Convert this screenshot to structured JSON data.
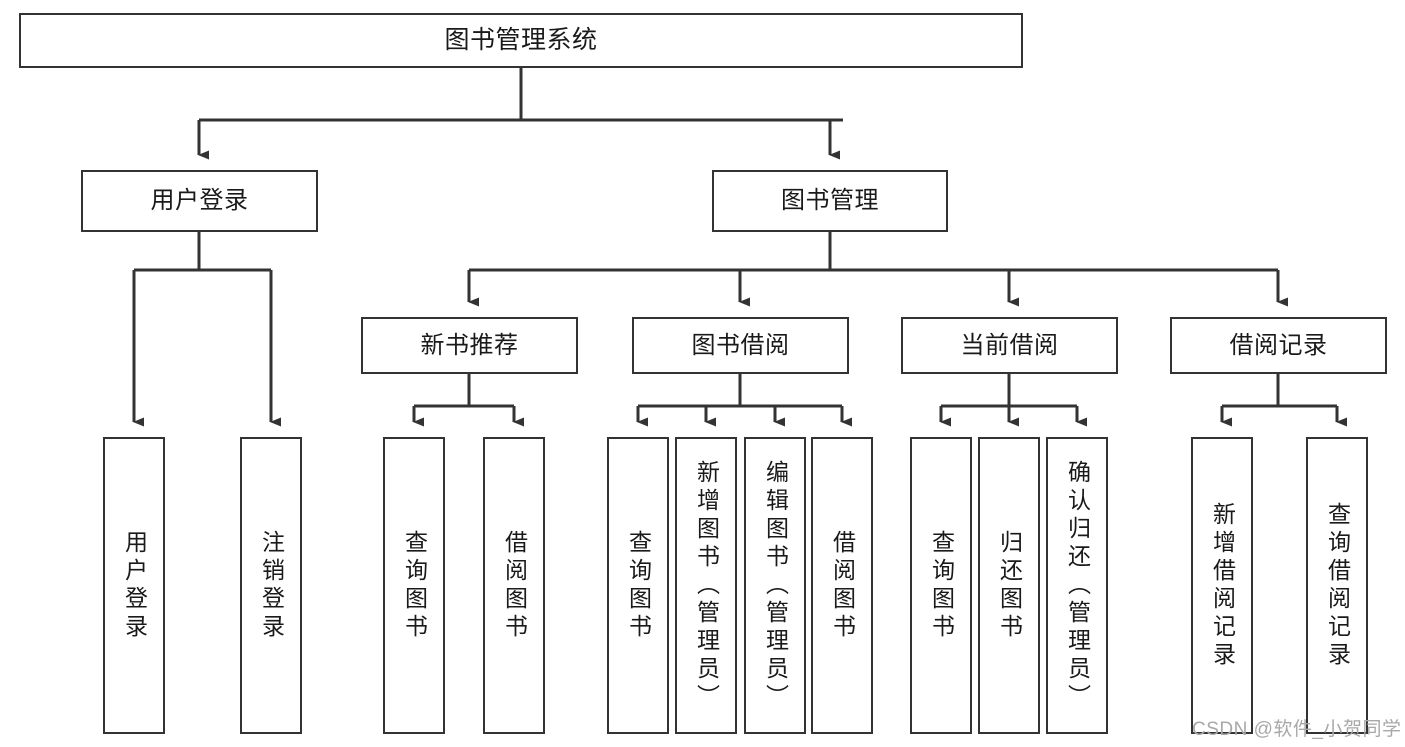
{
  "diagram": {
    "title": "图书管理系统",
    "type": "hierarchy-tree",
    "stroke_color": "#333333",
    "fill_color": "#ffffff",
    "text_color": "#1a1a1a",
    "watermark": "CSDN @软件_小贺同学",
    "nodes": {
      "root": {
        "label": "图书管理系统"
      },
      "level2": [
        {
          "id": "user-login",
          "label": "用户登录"
        },
        {
          "id": "book-management",
          "label": "图书管理"
        }
      ],
      "level3": [
        {
          "id": "new-book-recommend",
          "label": "新书推荐"
        },
        {
          "id": "book-borrow",
          "label": "图书借阅"
        },
        {
          "id": "current-borrow",
          "label": "当前借阅"
        },
        {
          "id": "borrow-record",
          "label": "借阅记录"
        }
      ],
      "leaves": {
        "user_login": [
          {
            "id": "leaf-user-login",
            "label": "用户登录"
          },
          {
            "id": "leaf-logout-login",
            "label": "注销登录"
          }
        ],
        "new_book_recommend": [
          {
            "id": "leaf-query-book-1",
            "label": "查询图书"
          },
          {
            "id": "leaf-borrow-book-1",
            "label": "借阅图书"
          }
        ],
        "book_borrow": [
          {
            "id": "leaf-query-book-2",
            "label": "查询图书"
          },
          {
            "id": "leaf-add-book",
            "label": "新增图书（管理员）"
          },
          {
            "id": "leaf-edit-book",
            "label": "编辑图书（管理员）"
          },
          {
            "id": "leaf-borrow-book-2",
            "label": "借阅图书"
          }
        ],
        "current_borrow": [
          {
            "id": "leaf-query-book-3",
            "label": "查询图书"
          },
          {
            "id": "leaf-return-book",
            "label": "归还图书"
          },
          {
            "id": "leaf-confirm-return",
            "label": "确认归还（管理员）"
          }
        ],
        "borrow_record": [
          {
            "id": "leaf-add-borrow-record",
            "label": "新增借阅记录"
          },
          {
            "id": "leaf-query-borrow-record",
            "label": "查询借阅记录"
          }
        ]
      }
    }
  }
}
